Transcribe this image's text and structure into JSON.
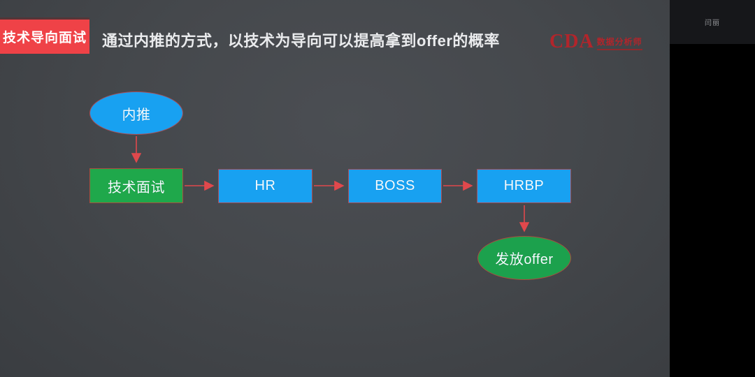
{
  "slide": {
    "ribbon_label": "技术导向面试",
    "title": "通过内推的方式，以技术为导向可以提高拿到offer的概率",
    "logo": {
      "text": "CDA",
      "subtext": "数据分析师"
    }
  },
  "chart_data": {
    "type": "flowchart",
    "title": "技术导向面试",
    "nodes": [
      {
        "id": "referral",
        "label": "内推",
        "shape": "ellipse",
        "color": "#18a1f1"
      },
      {
        "id": "tech-interview",
        "label": "技术面试",
        "shape": "rect",
        "color": "#1fa84b"
      },
      {
        "id": "hr",
        "label": "HR",
        "shape": "rect",
        "color": "#18a1f1"
      },
      {
        "id": "boss",
        "label": "BOSS",
        "shape": "rect",
        "color": "#18a1f1"
      },
      {
        "id": "hrbp",
        "label": "HRBP",
        "shape": "rect",
        "color": "#18a1f1"
      },
      {
        "id": "offer",
        "label": "发放offer",
        "shape": "ellipse",
        "color": "#1ca14d"
      }
    ],
    "edges": [
      {
        "from": "内推",
        "to": "技术面试"
      },
      {
        "from": "技术面试",
        "to": "HR"
      },
      {
        "from": "HR",
        "to": "BOSS"
      },
      {
        "from": "BOSS",
        "to": "HRBP"
      },
      {
        "from": "HRBP",
        "to": "发放offer"
      }
    ],
    "arrow_color": "#e0484c"
  },
  "flowchart": {
    "nodes": [
      {
        "label": "内推"
      },
      {
        "label": "技术面试"
      },
      {
        "label": "HR"
      },
      {
        "label": "BOSS"
      },
      {
        "label": "HRBP"
      },
      {
        "label": "发放offer"
      }
    ]
  },
  "sidebar": {
    "participant_name": "闫丽"
  },
  "colors": {
    "slide_background": "#45484c",
    "ribbon_red": "#ef4247",
    "node_blue": "#18a1f1",
    "node_green": "#1fa84b",
    "arrow_red": "#e0484c",
    "logo_red": "#b2252b",
    "sidebar_black": "#000000"
  }
}
